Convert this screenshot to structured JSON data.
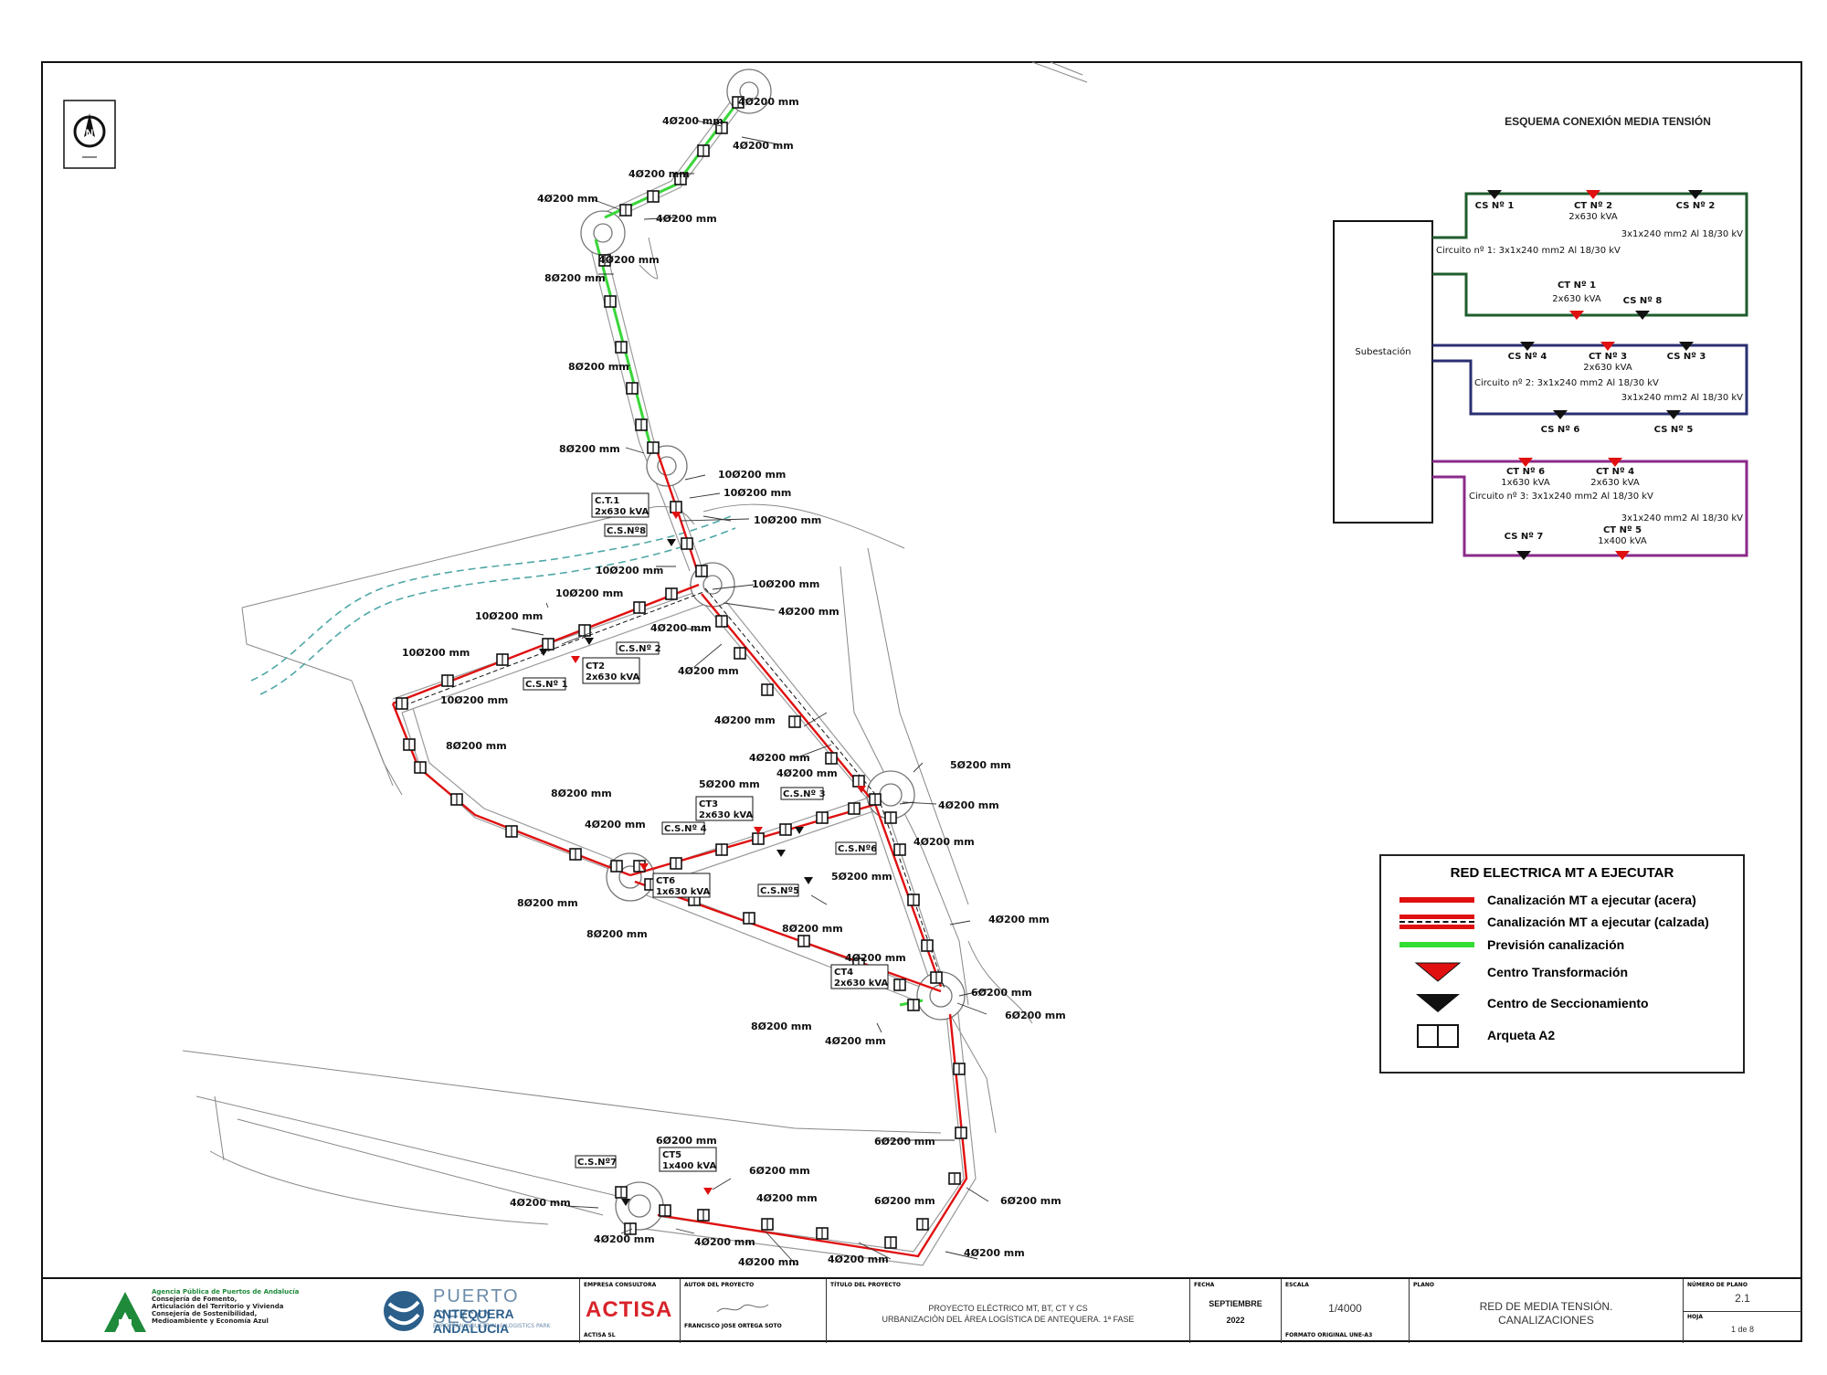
{
  "north_symbol": "N",
  "schema": {
    "title": "ESQUEMA CONEXIÓN MEDIA TENSIÓN",
    "substation": "Subestación",
    "circuit1": {
      "label": "Circuito nº 1: 3x1x240 mm2 Al 18/30 kV",
      "cable": "3x1x240 mm2 Al 18/30 kV",
      "top_nodes": [
        "CS Nº 1",
        "CT Nº 2",
        "2x630 kVA",
        "CS Nº 2"
      ],
      "bottom_nodes": [
        "CT Nº 1",
        "2x630 kVA",
        "CS Nº 8"
      ],
      "color": "#1f5c2e"
    },
    "circuit2": {
      "label": "Circuito nº 2: 3x1x240 mm2 Al 18/30 kV",
      "cable": "3x1x240 mm2 Al 18/30 kV",
      "top_nodes": [
        "CS Nº 4",
        "CT Nº 3",
        "2x630 kVA",
        "CS Nº 3"
      ],
      "bottom_nodes": [
        "CS Nº 6",
        "CS Nº 5"
      ],
      "color": "#2a2f72"
    },
    "circuit3": {
      "label": "Circuito nº 3: 3x1x240 mm2 Al 18/30 kV",
      "cable": "3x1x240 mm2 Al 18/30 kV",
      "top_nodes": [
        "CT Nº 6",
        "1x630 kVA",
        "CT Nº 4",
        "2x630 kVA"
      ],
      "bottom_nodes": [
        "CS Nº 7",
        "CT Nº 5",
        "1x400 kVA"
      ],
      "color": "#8a2a8a"
    }
  },
  "legend": {
    "title": "RED ELECTRICA MT A EJECUTAR",
    "items": [
      "Canalización MT a ejecutar (acera)",
      "Canalización MT a ejecutar (calzada)",
      "Previsión canalización",
      "Centro Transformación",
      "Centro de Seccionamiento",
      "Arqueta A2"
    ],
    "colors": {
      "red": "#e01010",
      "green": "#33dd33",
      "black": "#111111"
    }
  },
  "map_labels": {
    "duct_4": "4Ø200 mm",
    "duct_5": "5Ø200 mm",
    "duct_6": "6Ø200 mm",
    "duct_8": "8Ø200 mm",
    "duct_10": "10Ø200 mm",
    "ct1": [
      "C.T.1",
      "2x630 kVA"
    ],
    "ct2": [
      "CT2",
      "2x630 kVA"
    ],
    "ct3": [
      "CT3",
      "2x630 kVA"
    ],
    "ct4": [
      "CT4",
      "2x630 kVA"
    ],
    "ct5": [
      "CT5",
      "1x400 kVA"
    ],
    "ct6": [
      "CT6",
      "1x630 kVA"
    ],
    "cs1": "C.S.Nº 1",
    "cs2": "C.S.Nº 2",
    "cs3": "C.S.Nº 3",
    "cs4": "C.S.Nº 4",
    "cs5": "C.S.Nº5",
    "cs6": "C.S.Nº6",
    "cs7": "C.S.Nº7",
    "cs8": "C.S.Nº8"
  },
  "title_block": {
    "agency": [
      "Agencia Pública de Puertos de Andalucía",
      "Consejería de Fomento,",
      "Articulación del Territorio y Vivienda",
      "Consejería de Sostenibilidad,",
      "Medioambiente y Economía Azul"
    ],
    "brand_top": "PUERTO SECO",
    "brand_mid": "ANTEQUERA ANDALUCIA",
    "brand_sub": "EUROPEAN INDUSTRIAL & LOGISTICS PARK",
    "consultant_head": "EMPRESA CONSULTORA",
    "consultant_logo": "ACTISA",
    "consultant_name": "ACTISA SL",
    "author_head": "AUTOR DEL PROYECTO",
    "author_name": "FRANCISCO JOSE ORTEGA SOTO",
    "project_head": "TÍTULO DEL PROYECTO",
    "project_title": "PROYECTO ELÉCTRICO MT, BT, CT Y CS",
    "project_subtitle": "URBANIZACIÓN DEL ÁREA LOGÍSTICA DE ANTEQUERA. 1ª FASE",
    "date_head": "FECHA",
    "date_value": "SEPTIEMBRE",
    "date_year": "2022",
    "scale_head": "ESCALA",
    "scale_value": "1/4000",
    "format_note": "FORMATO ORIGINAL UNE-A3",
    "plan_head": "PLANO",
    "plan_title": "RED DE MEDIA TENSIÓN.",
    "plan_subtitle": "CANALIZACIONES",
    "plan_no_head": "NÚMERO DE PLANO",
    "plan_no": "2.1",
    "sheet_head": "HOJA",
    "sheet_value": "1 de 8"
  }
}
